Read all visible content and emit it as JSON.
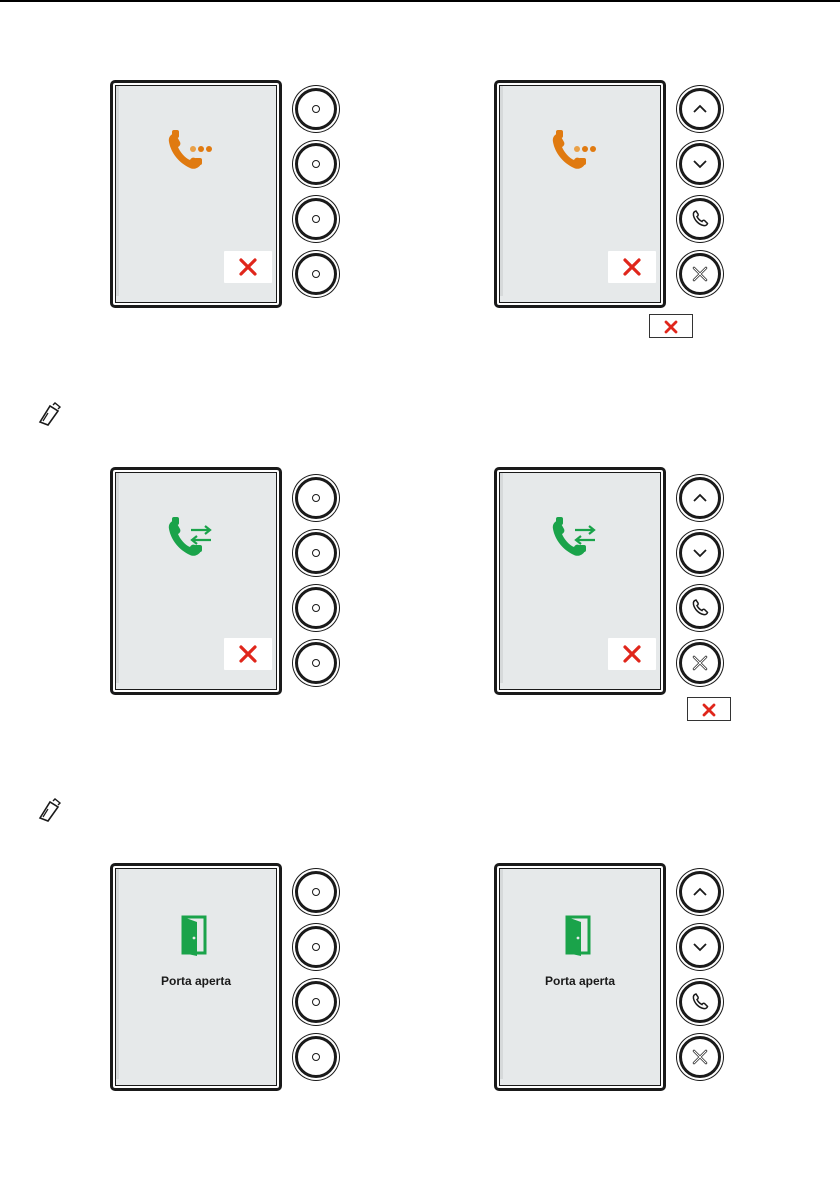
{
  "colors": {
    "orange": "#e07a10",
    "green": "#1aa34a",
    "red": "#e0261b",
    "screen": "#e6e9ea"
  },
  "icons": {
    "calling": "phone-calling-icon",
    "connected": "phone-connected-icon",
    "door": "door-open-icon",
    "close": "close-x-icon",
    "up": "chevron-up-icon",
    "down": "chevron-down-icon",
    "answer": "phone-button-icon",
    "hangup": "x-circle-icon",
    "note": "note-pencil-icon"
  },
  "rows": [
    {
      "state": "calling"
    },
    {
      "state": "connected"
    },
    {
      "state": "door_open",
      "label": "Porta aperta"
    }
  ],
  "door_label_left": "Porta aperta",
  "door_label_right": "Porta aperta"
}
